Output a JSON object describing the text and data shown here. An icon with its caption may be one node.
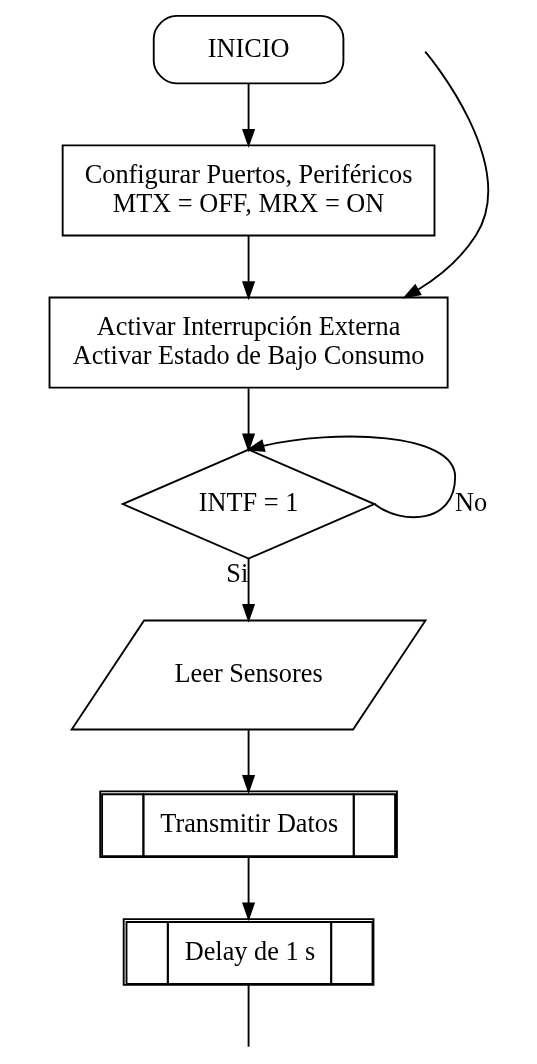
{
  "diagram": {
    "nodes": [
      {
        "text": [
          "INICIO"
        ]
      },
      {
        "text": [
          "Configurar Puertos, Periféricos",
          "MTX = OFF, MRX = ON"
        ]
      },
      {
        "text": [
          "Activar Interrupción Externa",
          "Activar Estado de Bajo Consumo"
        ]
      },
      {
        "text": [
          "INTF = 1"
        ]
      },
      {
        "text": [
          "Leer Sensores"
        ]
      },
      {
        "text": [
          "Transmitir Datos"
        ]
      },
      {
        "text": [
          "Delay de 1 s"
        ]
      }
    ],
    "edges": [
      {
        "from": 0,
        "to": 1,
        "arrow": "to"
      },
      {
        "from": 1,
        "to": 2,
        "arrow": "to"
      },
      {
        "from": null,
        "to": 2,
        "arrow": "to"
      },
      {
        "from": 2,
        "to": 3,
        "arrow": "to"
      },
      {
        "from": 3,
        "to": 3,
        "arrow": "to",
        "label": "No"
      },
      {
        "from": 3,
        "to": 4,
        "arrow": "to",
        "label": "Si"
      },
      {
        "from": 4,
        "to": 5,
        "arrow": "to"
      },
      {
        "from": 5,
        "to": 6,
        "arrow": "to"
      },
      {
        "from": 6,
        "to": null,
        "arrow": "none"
      }
    ]
  }
}
